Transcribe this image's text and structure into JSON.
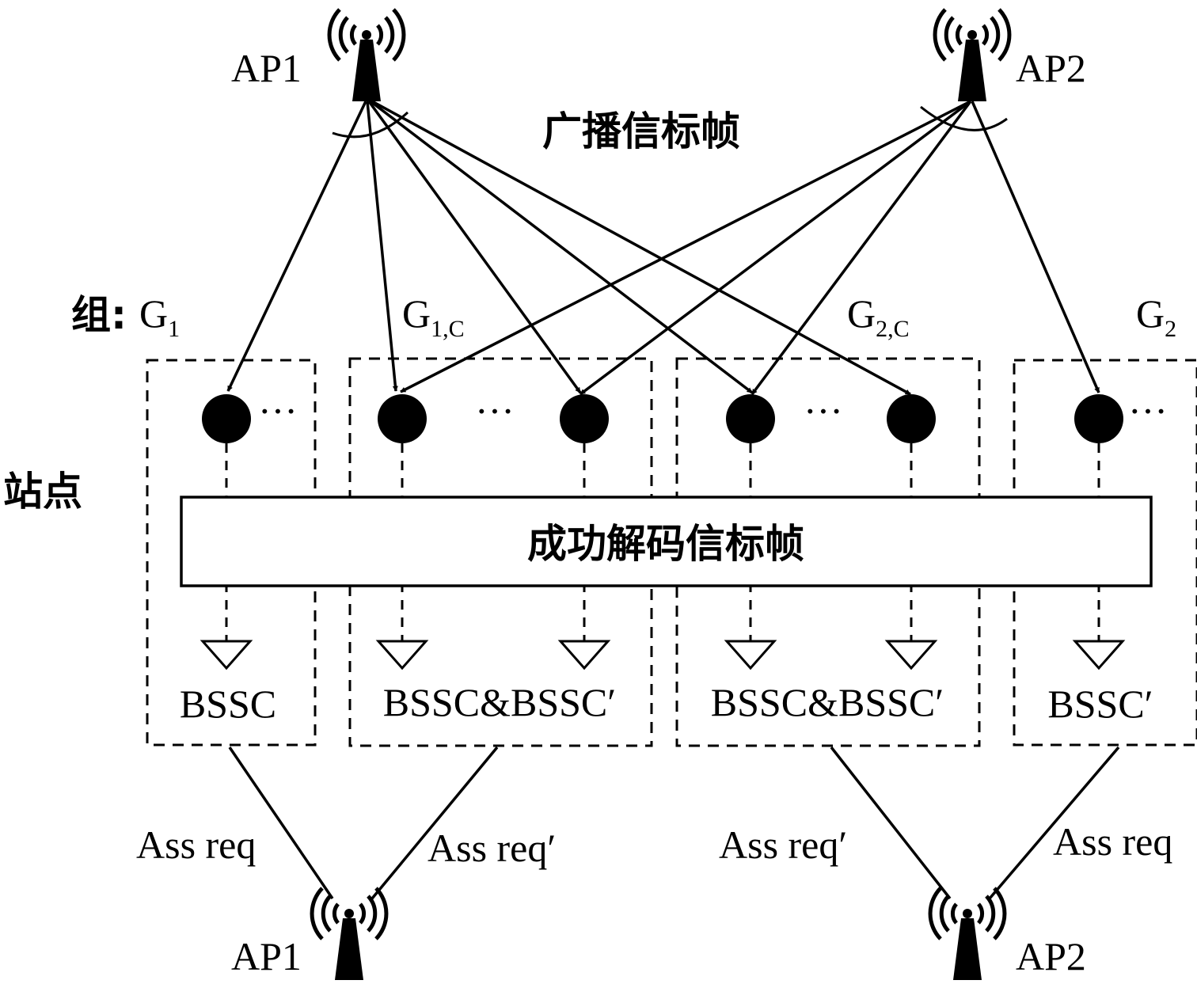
{
  "top_aps": [
    {
      "id": "ap1",
      "label": "AP1",
      "icon": "antenna-tower-icon"
    },
    {
      "id": "ap2",
      "label": "AP2",
      "icon": "antenna-tower-icon"
    }
  ],
  "bottom_aps": [
    {
      "id": "ap1",
      "label": "AP1",
      "icon": "antenna-tower-icon"
    },
    {
      "id": "ap2",
      "label": "AP2",
      "icon": "antenna-tower-icon"
    }
  ],
  "broadcast_label": "广播信标帧",
  "group_prefix": "组:",
  "groups": [
    {
      "id": "g1",
      "name": "G",
      "subscript": "1",
      "result": "BSSC"
    },
    {
      "id": "g1c",
      "name": "G",
      "subscript": "1,C",
      "result": "BSSC&BSSC′"
    },
    {
      "id": "g2c",
      "name": "G",
      "subscript": "2,C",
      "result": "BSSC&BSSC′"
    },
    {
      "id": "g2",
      "name": "G",
      "subscript": "2",
      "result": "BSSC′"
    }
  ],
  "station_label": "站点",
  "ellipsis": "···",
  "decode_box_label": "成功解码信标帧",
  "requests": [
    {
      "id": "req-g1",
      "label": "Ass req"
    },
    {
      "id": "req-g1c",
      "label": "Ass req′"
    },
    {
      "id": "req-g2c",
      "label": "Ass req′"
    },
    {
      "id": "req-g2",
      "label": "Ass req"
    }
  ]
}
